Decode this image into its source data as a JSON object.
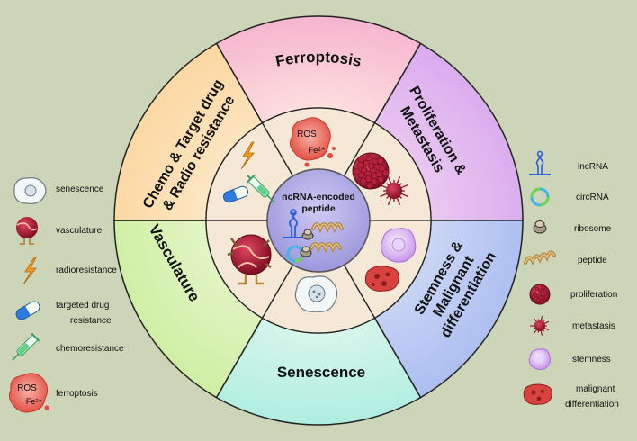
{
  "center": {
    "line1": "ncRNA-encoded",
    "line2": "peptide"
  },
  "sectors": {
    "ferroptosis": "Ferroptosis",
    "proliferation_l1": "Proliferation &",
    "proliferation_l2": "Metastasis",
    "stemness_l1": "Stemness &",
    "stemness_l2": "Malignant",
    "stemness_l3": "differentiation",
    "senescence": "Senescence",
    "vasculature": "Vasculature",
    "chemo_l1": "Chemo & Target drug",
    "chemo_l2": "& Radio resistance"
  },
  "ros_text": "ROS",
  "fe_text": "Fe²⁺",
  "legend_left": [
    {
      "label": "senescence",
      "icon": "senescent-cell-icon"
    },
    {
      "label": "vasculature",
      "icon": "vasculature-icon"
    },
    {
      "label": "radioresistance",
      "icon": "lightning-icon"
    },
    {
      "label_l1": "targeted drug",
      "label_l2": "resistance",
      "icon": "capsule-icon"
    },
    {
      "label": "chemoresistance",
      "icon": "syringe-icon"
    },
    {
      "label": "ferroptosis",
      "icon": "ros-cell-icon"
    }
  ],
  "legend_right": [
    {
      "label": "lncRNA",
      "icon": "lncrna-icon"
    },
    {
      "label": "circRNA",
      "icon": "circrna-icon"
    },
    {
      "label": "ribosome",
      "icon": "ribosome-icon"
    },
    {
      "label": "peptide",
      "icon": "peptide-icon"
    },
    {
      "label": "proliferation",
      "icon": "proliferation-icon"
    },
    {
      "label": "metastasis",
      "icon": "metastasis-icon"
    },
    {
      "label": "stemness",
      "icon": "stemness-icon"
    },
    {
      "label_l1": "malignant",
      "label_l2": "differentiation",
      "icon": "malignant-icon"
    }
  ],
  "colors": {
    "background": "#cdd5b8",
    "ferroptosis": "#f7b9d0",
    "proliferation": "#e2b3ee",
    "stemness": "#b7c7f2",
    "senescence": "#bdf0e2",
    "vasculature": "#d9f1b2",
    "chemo": "#fde2b4",
    "inner_ring": "#f6e8d7",
    "center": "#b3aee6"
  }
}
